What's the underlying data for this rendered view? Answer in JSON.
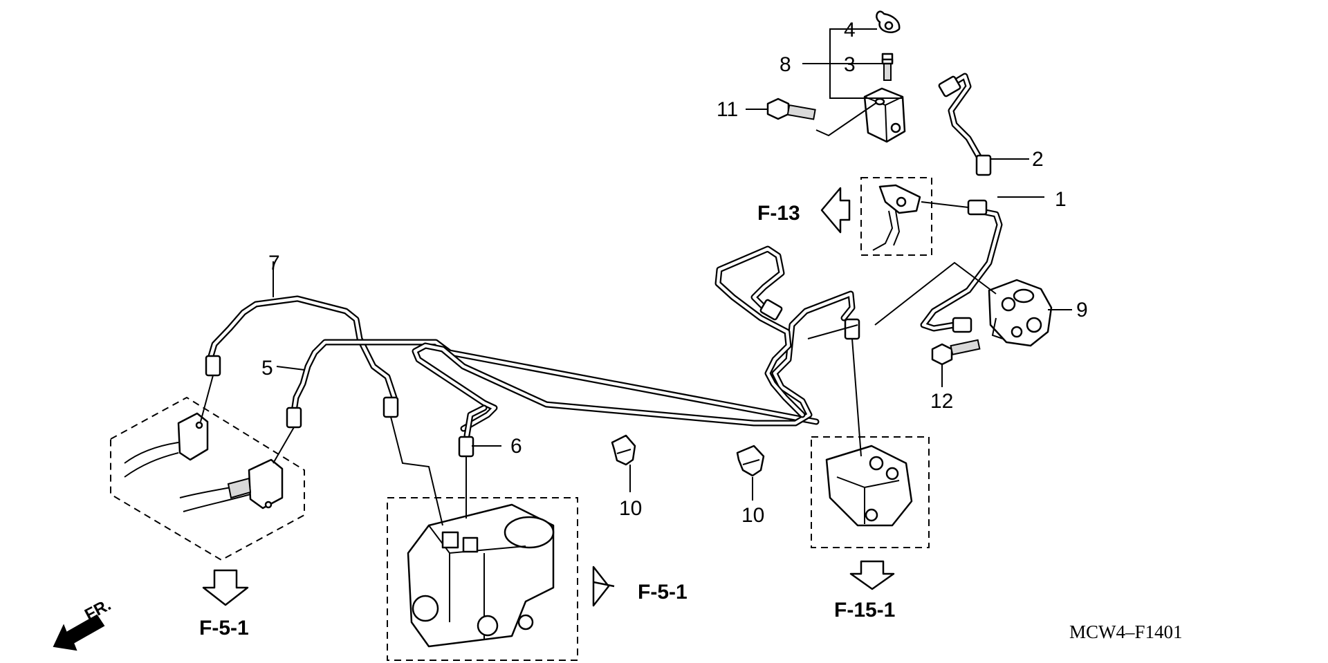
{
  "callouts": {
    "c1": "1",
    "c2": "2",
    "c3": "3",
    "c4": "4",
    "c5": "5",
    "c6": "6",
    "c7": "7",
    "c8": "8",
    "c9": "9",
    "c10a": "10",
    "c10b": "10",
    "c11": "11",
    "c12": "12"
  },
  "refs": {
    "f13": "F-13",
    "f51_left": "F-5-1",
    "f51_right": "F-5-1",
    "f151": "F-15-1"
  },
  "direction": "FR.",
  "diagram_code": "MCW4–F1401",
  "colors": {
    "ink": "#000000",
    "paper": "#ffffff"
  }
}
